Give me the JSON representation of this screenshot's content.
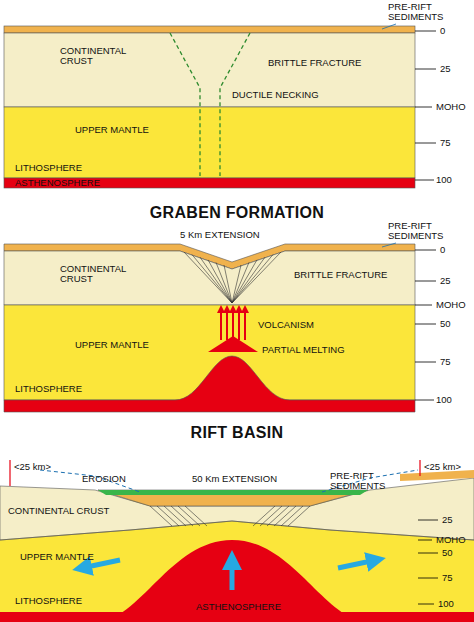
{
  "diagram": {
    "labels": [
      "PRE-RIFT SEDIMENTS",
      "0",
      "CONTINENTAL CRUST",
      "BRITTLE FRACTURE",
      "25",
      "DUCTILE NECKING",
      "MOHO",
      "UPPER MANTLE",
      "75",
      "LITHOSPHERE",
      "ASTHENOSPHERE",
      "100",
      "GRABEN FORMATION",
      "5 Km EXTENSION",
      "PRE-RIFT SEDIMENTS",
      "0",
      "CONTINENTAL CRUST",
      "BRITTLE FRACTURE",
      "25",
      "MOHO",
      "50",
      "VOLCANISM",
      "UPPER MANTLE",
      "PARTIAL MELTING",
      "75",
      "LITHOSPHERE",
      "100",
      "RIFT BASIN",
      "<25 km>",
      "EROSION",
      "50 Km EXTENSION",
      "PRE-RIFT SEDIMENTS",
      "<25 km>",
      "CONTINENTAL CRUST",
      "25",
      "MOHO",
      "50",
      "UPPER MANTLE",
      "75",
      "LITHOSPHERE",
      "ASTHENOSPHERE",
      "100"
    ]
  }
}
